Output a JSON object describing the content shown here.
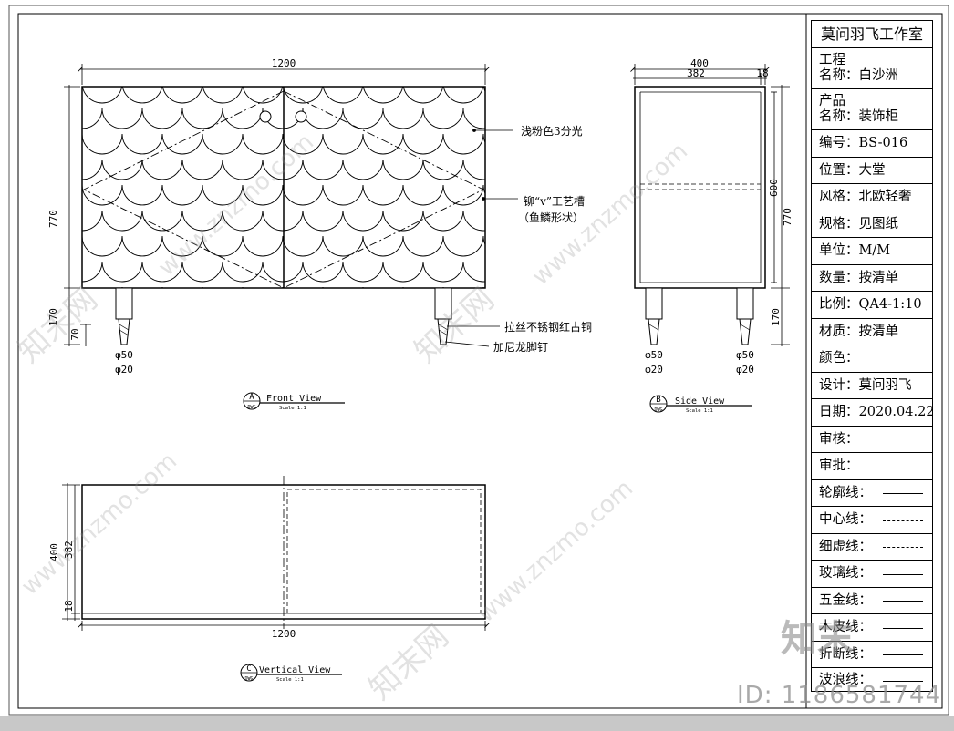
{
  "title_block": {
    "studio": "莫问羽飞工作室",
    "project": [
      "工程",
      "名称：白沙洲"
    ],
    "product": [
      "产品",
      "名称：装饰柜"
    ],
    "number": "编号：BS-016",
    "location": "位置：大堂",
    "style": "风格：北欧轻奢",
    "spec": "规格：见图纸",
    "unit": "单位：M/M",
    "quantity": "数量：按清单",
    "scale": "比例：QA4-1:10",
    "material": "材质：按清单",
    "color": "颜色：",
    "designer": "设计：莫问羽飞",
    "date": "日期：2020.04.22",
    "review": "审核：",
    "approve": "审批：",
    "legend": [
      {
        "label": "轮廓线：",
        "line": "solid"
      },
      {
        "label": "中心线：",
        "line": "center"
      },
      {
        "label": "细虚线：",
        "line": "dash"
      },
      {
        "label": "玻璃线：",
        "line": "solid"
      },
      {
        "label": "五金线：",
        "line": "solid"
      },
      {
        "label": "木皮线：",
        "line": "solid"
      },
      {
        "label": "折断线：",
        "line": "solid"
      },
      {
        "label": "波浪线：",
        "line": "solid"
      }
    ]
  },
  "front_view": {
    "dims": {
      "width": "1200",
      "height": "770",
      "leg": "170",
      "leg_lower": "70",
      "leg_dia_outer": "φ50",
      "leg_dia_inner": "φ20"
    },
    "annotations": {
      "finish": "浅粉色3分光",
      "groove_1": "铆“v”工艺槽",
      "groove_2": "（鱼鳞形状）",
      "leg_material": "拉丝不锈钢红古铜",
      "foot_nail": "加尼龙脚钉"
    },
    "label": {
      "letter": "A",
      "sub": "DWG",
      "title": "Front View",
      "scale": "Scale 1:1"
    }
  },
  "side_view": {
    "dims": {
      "depth": "400",
      "inner": "382",
      "panel": "18",
      "height": "770",
      "inner_height": "600",
      "leg": "170",
      "dia_outer": "φ50",
      "dia_inner": "φ20"
    },
    "label": {
      "letter": "B",
      "sub": "DWG",
      "title": "Side View",
      "scale": "Scale 1:1"
    }
  },
  "vertical_view": {
    "dims": {
      "width": "1200",
      "depth": "400",
      "inner": "382",
      "panel": "18"
    },
    "label": {
      "letter": "C",
      "sub": "DWG",
      "title": "Vertical View",
      "scale": "Scale 1:1"
    }
  },
  "watermark": {
    "site": "www.znzmo.com",
    "brand": "知末网",
    "logo": "知末",
    "id": "ID: 1186581744"
  },
  "colors": {
    "line": "#000000",
    "watermark": "#969696",
    "bar": "#c8c8c8"
  }
}
